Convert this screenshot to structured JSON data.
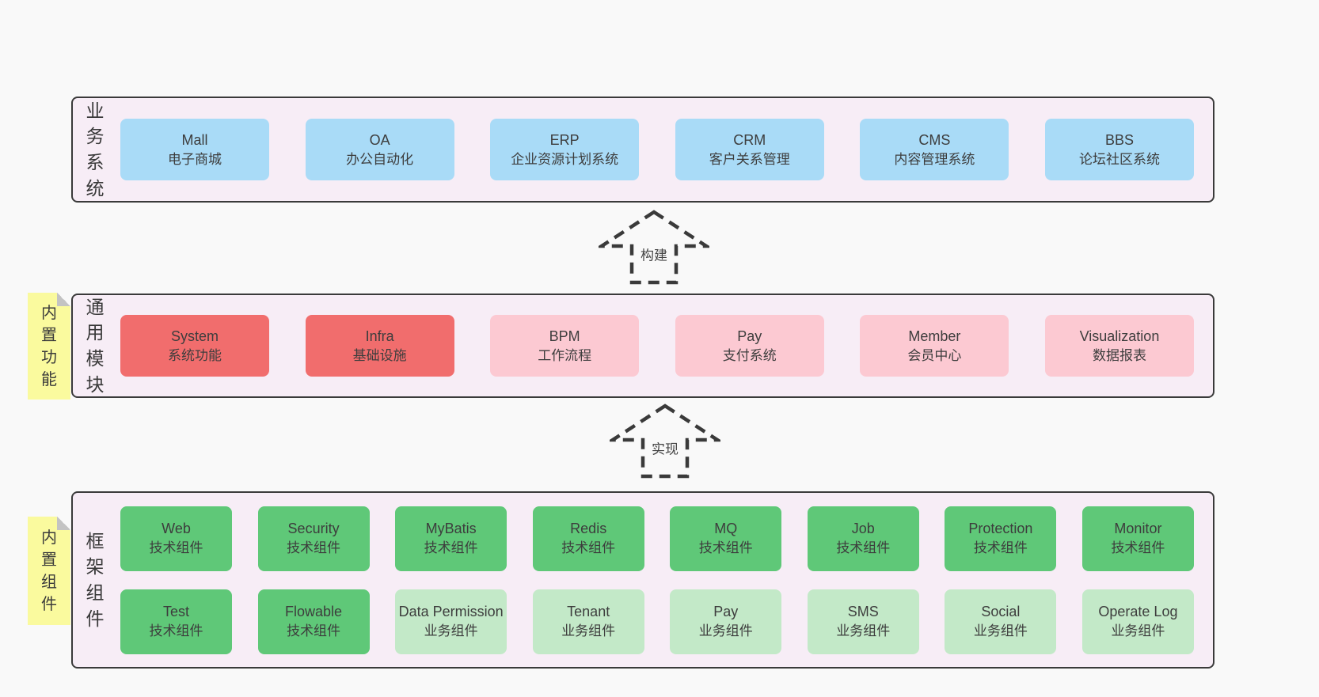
{
  "palette": {
    "page_background": "#f9f9f9",
    "panel_background": "#f7edf6",
    "panel_border": "#3a3a3a",
    "box_blue": "#a9dbf7",
    "box_red": "#f16d6d",
    "box_pink": "#fcc9d2",
    "box_green": "#5fc878",
    "box_green_light": "#c3e9c8",
    "sticky_yellow": "#fafa9e",
    "sticky_fold_gray": "#c3c3c3",
    "text": "#3d3d3d"
  },
  "arrows": [
    {
      "label": "构建"
    },
    {
      "label": "实现"
    }
  ],
  "business_layer": {
    "side_label": "业务系统",
    "boxes": [
      {
        "name": "Mall",
        "desc": "电子商城"
      },
      {
        "name": "OA",
        "desc": "办公自动化"
      },
      {
        "name": "ERP",
        "desc": "企业资源计划系统"
      },
      {
        "name": "CRM",
        "desc": "客户关系管理"
      },
      {
        "name": "CMS",
        "desc": "内容管理系统"
      },
      {
        "name": "BBS",
        "desc": "论坛社区系统"
      }
    ]
  },
  "module_layer": {
    "side_label": "通用模块",
    "sticky_label": "内置功能",
    "boxes": [
      {
        "name": "System",
        "desc": "系统功能"
      },
      {
        "name": "Infra",
        "desc": "基础设施"
      },
      {
        "name": "BPM",
        "desc": "工作流程"
      },
      {
        "name": "Pay",
        "desc": "支付系统"
      },
      {
        "name": "Member",
        "desc": "会员中心"
      },
      {
        "name": "Visualization",
        "desc": "数据报表"
      }
    ]
  },
  "component_layer": {
    "side_label": "框架组件",
    "sticky_label": "内置组件",
    "row1": [
      {
        "name": "Web",
        "desc": "技术组件"
      },
      {
        "name": "Security",
        "desc": "技术组件"
      },
      {
        "name": "MyBatis",
        "desc": "技术组件"
      },
      {
        "name": "Redis",
        "desc": "技术组件"
      },
      {
        "name": "MQ",
        "desc": "技术组件"
      },
      {
        "name": "Job",
        "desc": "技术组件"
      },
      {
        "name": "Protection",
        "desc": "技术组件"
      },
      {
        "name": "Monitor",
        "desc": "技术组件"
      }
    ],
    "row2": [
      {
        "name": "Test",
        "desc": "技术组件"
      },
      {
        "name": "Flowable",
        "desc": "技术组件"
      },
      {
        "name": "Data Permission",
        "desc": "业务组件"
      },
      {
        "name": "Tenant",
        "desc": "业务组件"
      },
      {
        "name": "Pay",
        "desc": "业务组件"
      },
      {
        "name": "SMS",
        "desc": "业务组件"
      },
      {
        "name": "Social",
        "desc": "业务组件"
      },
      {
        "name": "Operate Log",
        "desc": "业务组件"
      }
    ]
  }
}
